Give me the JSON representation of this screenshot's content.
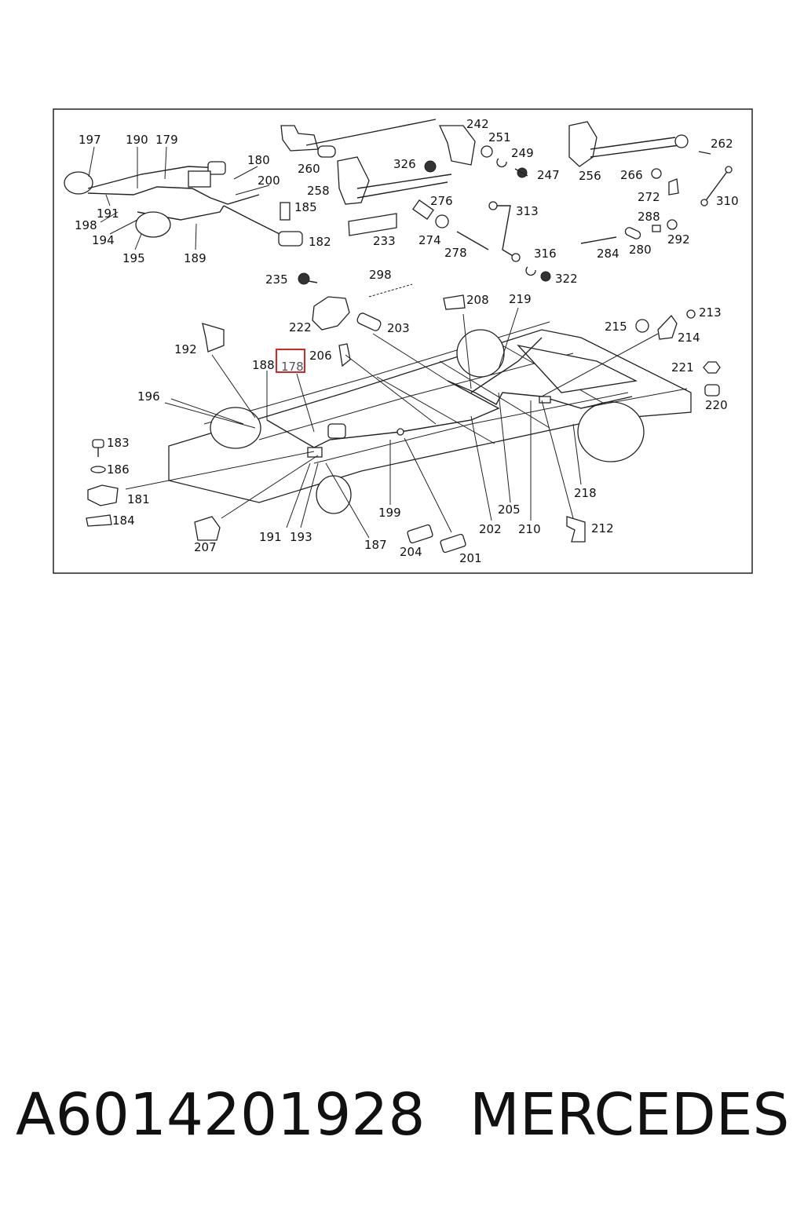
{
  "diagram": {
    "highlight_color": "#d62728",
    "highlighted_part": "178",
    "labels": {
      "l197": "197",
      "l190": "190",
      "l179": "179",
      "l180": "180",
      "l200": "200",
      "l191a": "191",
      "l198": "198",
      "l194": "194",
      "l195": "195",
      "l189": "189",
      "l185": "185",
      "l182": "182",
      "l260": "260",
      "l258": "258",
      "l242": "242",
      "l251": "251",
      "l249": "249",
      "l326": "326",
      "l247": "247",
      "l276": "276",
      "l274": "274",
      "l278": "278",
      "l233": "233",
      "l313": "313",
      "l316": "316",
      "l322": "322",
      "l256": "256",
      "l262": "262",
      "l266": "266",
      "l272": "272",
      "l310": "310",
      "l288": "288",
      "l292": "292",
      "l280": "280",
      "l284": "284",
      "l235": "235",
      "l298": "298",
      "l222": "222",
      "l203": "203",
      "l208": "208",
      "l219": "219",
      "l213": "213",
      "l215": "215",
      "l214": "214",
      "l221": "221",
      "l220": "220",
      "l192": "192",
      "l188": "188",
      "l178": "178",
      "l206": "206",
      "l196": "196",
      "l183": "183",
      "l186": "186",
      "l181": "181",
      "l184": "184",
      "l207": "207",
      "l191b": "191",
      "l193": "193",
      "l187": "187",
      "l199": "199",
      "l204": "204",
      "l201": "201",
      "l202": "202",
      "l205": "205",
      "l210": "210",
      "l218": "218",
      "l212": "212"
    }
  },
  "footer": {
    "part_number": "A6014201928",
    "brand": "MERCEDES"
  }
}
